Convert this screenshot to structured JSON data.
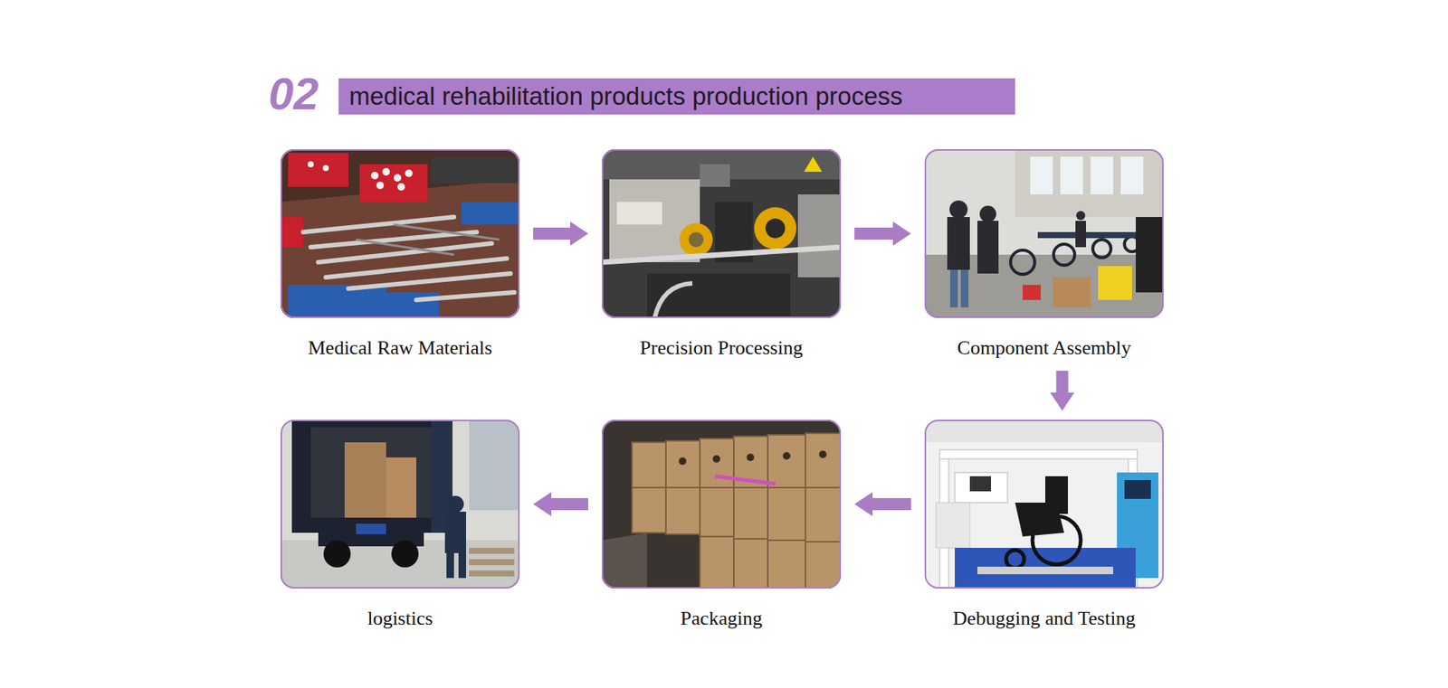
{
  "diagram": {
    "title": "medical rehabilitation products production process",
    "nodes": [
      {
        "text": [
          "Medical Raw Materials"
        ]
      },
      {
        "text": [
          "Precision Processing"
        ]
      },
      {
        "text": [
          "Component Assembly"
        ]
      },
      {
        "text": [
          "logistics"
        ]
      },
      {
        "text": [
          "Packaging"
        ]
      },
      {
        "text": [
          "Debugging and Testing"
        ]
      }
    ],
    "edges": [
      {
        "from": 0,
        "to": 1,
        "arrow": "to"
      },
      {
        "from": 1,
        "to": 2,
        "arrow": "to"
      },
      {
        "from": 2,
        "to": 5,
        "arrow": "to"
      },
      {
        "from": 5,
        "to": 4,
        "arrow": "to"
      },
      {
        "from": 4,
        "to": 3,
        "arrow": "to"
      }
    ],
    "labels": [
      "02"
    ]
  }
}
